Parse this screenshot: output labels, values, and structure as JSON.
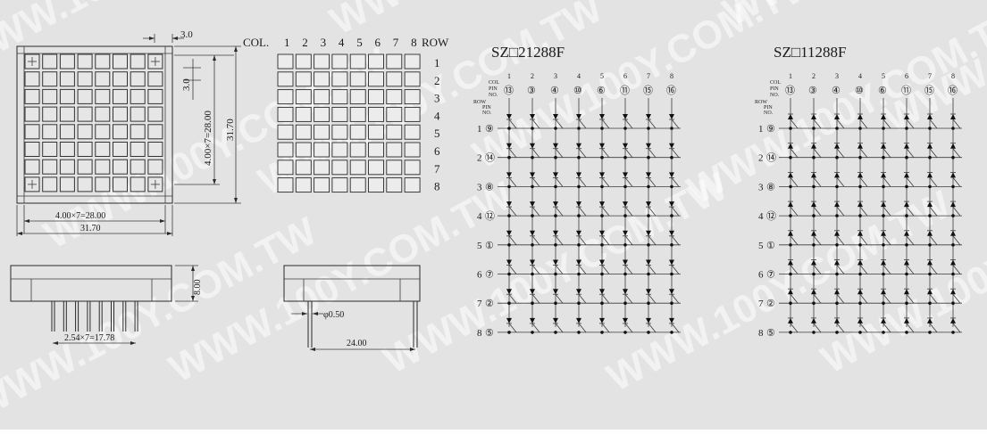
{
  "dims": {
    "top_pitch": "3.0",
    "side_pitch": "3.0",
    "side_span": "4.00×7=28.00",
    "side_total": "31.70",
    "bottom_span": "4.00×7=28.00",
    "bottom_total": "31.70",
    "height": "8.00",
    "pin_pitch": "2.54×7=17.78",
    "pin_dia": "φ0.50",
    "pin_row_span": "24.00"
  },
  "pin_table": {
    "col_label": "COL.",
    "row_label": "ROW",
    "col_numbers": [
      "1",
      "2",
      "3",
      "4",
      "5",
      "6",
      "7",
      "8"
    ],
    "row_numbers": [
      "1",
      "2",
      "3",
      "4",
      "5",
      "6",
      "7",
      "8"
    ]
  },
  "schematics": [
    {
      "title": "SZ□21288F",
      "diode_dir": "down",
      "col_header": "COL",
      "pin_header": "PIN",
      "no_header": "NO.",
      "row_header": "ROW",
      "cols": [
        "1",
        "2",
        "3",
        "4",
        "5",
        "6",
        "7",
        "8"
      ],
      "col_pins": [
        "⑬",
        "③",
        "④",
        "⑩",
        "⑥",
        "⑪",
        "⑮",
        "⑯"
      ],
      "rows": [
        "1",
        "2",
        "3",
        "4",
        "5",
        "6",
        "7",
        "8"
      ],
      "row_pins": [
        "⑨",
        "⑭",
        "⑧",
        "⑫",
        "①",
        "⑦",
        "②",
        "⑤"
      ]
    },
    {
      "title": "SZ□11288F",
      "diode_dir": "up",
      "col_header": "COL",
      "pin_header": "PIN",
      "no_header": "NO.",
      "row_header": "ROW",
      "cols": [
        "1",
        "2",
        "3",
        "4",
        "5",
        "6",
        "7",
        "8"
      ],
      "col_pins": [
        "⑬",
        "③",
        "④",
        "⑩",
        "⑥",
        "⑪",
        "⑮",
        "⑯"
      ],
      "rows": [
        "1",
        "2",
        "3",
        "4",
        "5",
        "6",
        "7",
        "8"
      ],
      "row_pins": [
        "⑨",
        "⑭",
        "⑧",
        "⑫",
        "①",
        "⑦",
        "②",
        "⑤"
      ]
    }
  ],
  "watermark": "WWW.100Y.COM.TW",
  "colors": {
    "sheet": "#e3e3e3",
    "ink": "#1a1a1a",
    "watermark": "#ffffff"
  }
}
